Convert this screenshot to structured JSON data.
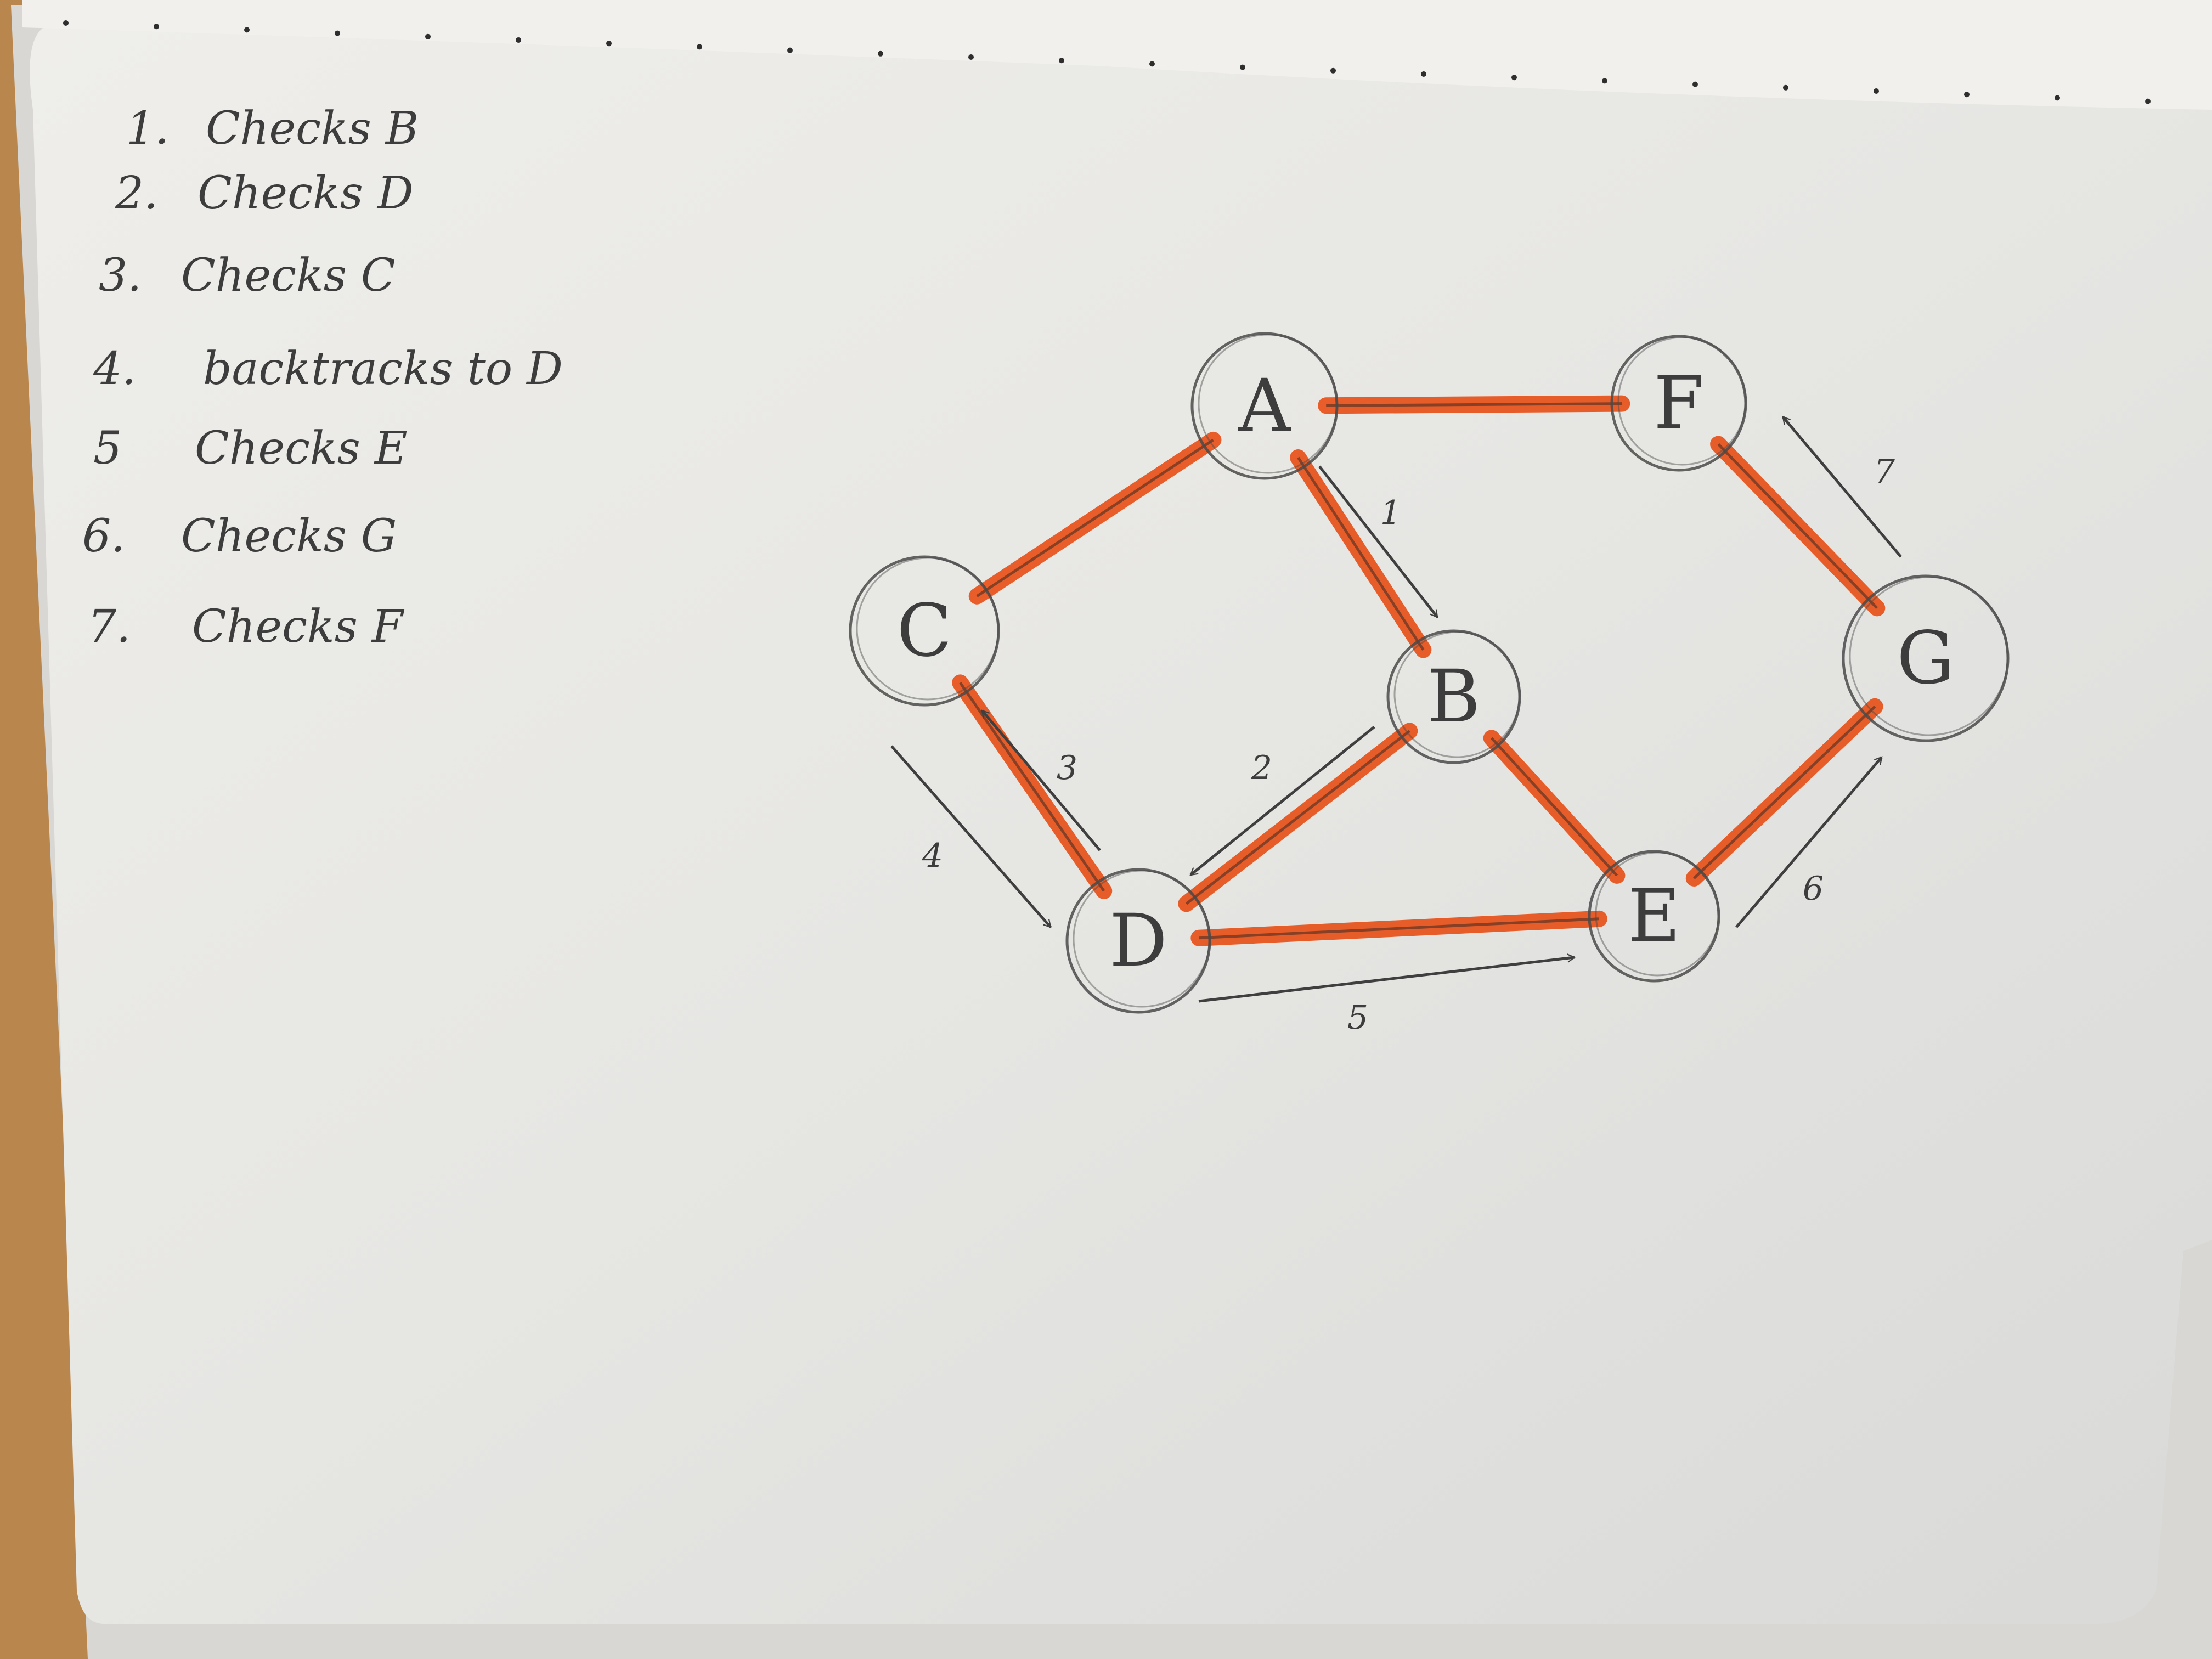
{
  "steps": [
    {
      "num": "1.",
      "text": "Checks B"
    },
    {
      "num": "2.",
      "text": "Checks D"
    },
    {
      "num": "3.",
      "text": "Checks C"
    },
    {
      "num": "4.",
      "text": "backtracks to D"
    },
    {
      "num": "5",
      "text": "Checks E"
    },
    {
      "num": "6.",
      "text": "Checks G"
    },
    {
      "num": "7.",
      "text": "Checks F"
    }
  ],
  "nodes": [
    {
      "id": "A",
      "label": "A"
    },
    {
      "id": "F",
      "label": "F"
    },
    {
      "id": "C",
      "label": "C"
    },
    {
      "id": "B",
      "label": "B"
    },
    {
      "id": "G",
      "label": "G"
    },
    {
      "id": "D",
      "label": "D"
    },
    {
      "id": "E",
      "label": "E"
    }
  ],
  "edges": [
    {
      "from": "A",
      "to": "F"
    },
    {
      "from": "A",
      "to": "C"
    },
    {
      "from": "A",
      "to": "B"
    },
    {
      "from": "C",
      "to": "D"
    },
    {
      "from": "B",
      "to": "D"
    },
    {
      "from": "B",
      "to": "E"
    },
    {
      "from": "D",
      "to": "E"
    },
    {
      "from": "E",
      "to": "G"
    },
    {
      "from": "G",
      "to": "F"
    }
  ],
  "traversal_arrows": [
    {
      "label": "1",
      "from": "A",
      "to": "B"
    },
    {
      "label": "2",
      "from": "B",
      "to": "D"
    },
    {
      "label": "3",
      "from": "D",
      "to": "C"
    },
    {
      "label": "4",
      "from": "C",
      "to": "D"
    },
    {
      "label": "5",
      "from": "D",
      "to": "E"
    },
    {
      "label": "6",
      "from": "E",
      "to": "G"
    },
    {
      "label": "7",
      "from": "G",
      "to": "F"
    }
  ],
  "colors": {
    "paper": "#ecebe7",
    "pencil": "#4a4a4a",
    "highlight": "#e8531c",
    "table": "#b9874e"
  }
}
